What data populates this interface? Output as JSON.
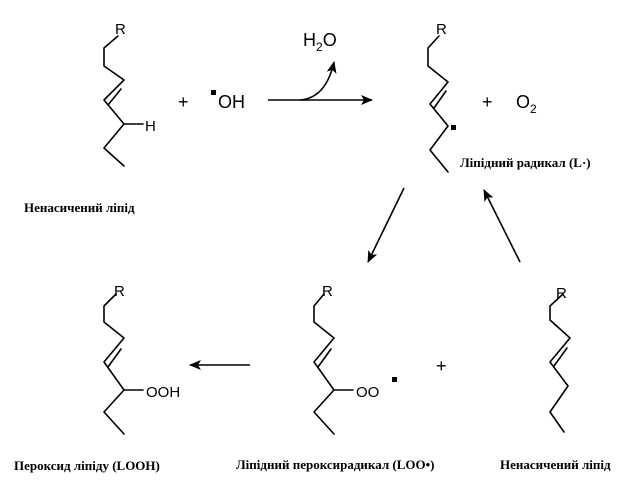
{
  "reaction": {
    "r_group": "R",
    "h_atom": "H",
    "plus": "+",
    "hydroxyl_radical": "OH",
    "water_h": "H",
    "water_sub": "2",
    "water_o": "O",
    "oxygen_o": "O",
    "oxygen_sub": "2",
    "hydroperoxy_group": "OOH",
    "peroxy_group": "OO"
  },
  "labels": {
    "unsaturated_lipid_1": "Ненасичений ліпід",
    "lipid_radical": "Ліпідний радикал (L·)",
    "lipid_peroxide": "Пероксид ліпіду (LOOH)",
    "lipid_peroxyradical": "Ліпідний пероксирадикал (LOO•)",
    "unsaturated_lipid_2": "Ненасичений ліпід"
  }
}
